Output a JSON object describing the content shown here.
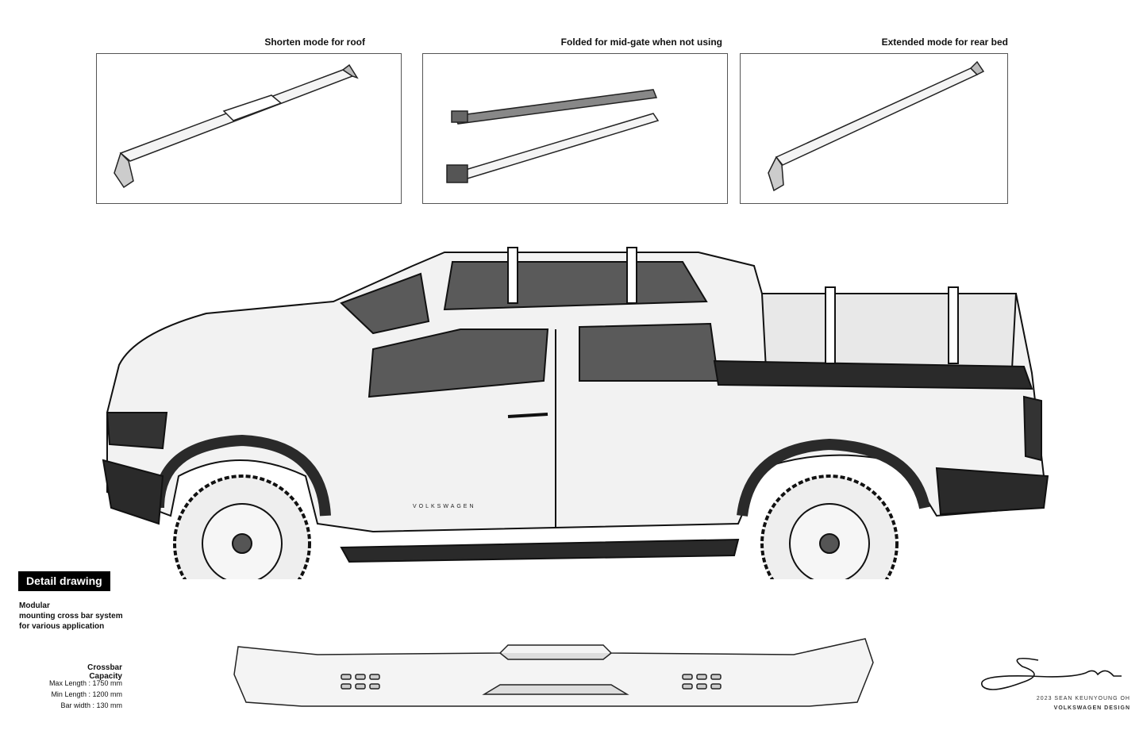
{
  "panels": [
    {
      "title": "Shorten mode for roof"
    },
    {
      "title": "Folded for mid-gate when not using"
    },
    {
      "title": "Extended mode for rear bed"
    }
  ],
  "detail": {
    "badge": "Detail drawing",
    "description": [
      "Modular",
      "mounting cross bar system",
      "for various application"
    ]
  },
  "capacity": {
    "title": "Crossbar Capacity",
    "lines": [
      "Max Length : 1750 mm",
      "Min Length : 1200 mm",
      "Bar width : 130 mm"
    ]
  },
  "credit": {
    "signature": "Sean Oh",
    "line1": "2023 SEAN KEUNYOUNG OH",
    "line2": "VOLKSWAGEN DESIGN"
  },
  "vehicle": {
    "door_badge": "VOLKSWAGEN"
  },
  "colors": {
    "ink": "#111111",
    "glass": "#5a5a5a",
    "body": "#f2f2f2",
    "trim": "#2a2a2a"
  }
}
